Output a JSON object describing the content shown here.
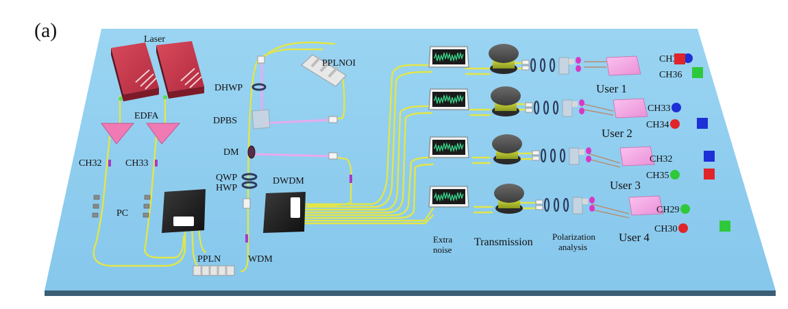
{
  "panel_label": "(a)",
  "colors": {
    "board": "#8ecdf0",
    "board_edge": "#5a8aa8",
    "fiber": "#e6e84a",
    "pump_beam": "#f3a6ee",
    "laser_body": "#c4364a",
    "edfa": "#f07ab4",
    "user_box": "#f4a8e6",
    "qubit_red": "#e0242a",
    "qubit_green": "#2fc83a",
    "qubit_blue": "#1d2fd6",
    "noise_wave": "#3ad88c"
  },
  "labels": {
    "laser": "Laser",
    "edfa": "EDFA",
    "ch32_left": "CH32",
    "ch33_left": "CH33",
    "pc": "PC",
    "ppln": "PPLN",
    "wdm": "WDM",
    "ppln_oi": "PPLNOI",
    "dhwp": "DHWP",
    "dpbs": "DPBS",
    "dm": "DM",
    "qwp": "QWP",
    "hwp": "HWP",
    "dwdm": "DWDM",
    "extra_noise_1": "Extra",
    "extra_noise_2": "noise",
    "transmission": "Transmission",
    "pol_analysis_1": "Polarization",
    "pol_analysis_2": "analysis"
  },
  "users": [
    {
      "name": "User 1",
      "ch_top": "CH31",
      "ch_bottom": "CH36"
    },
    {
      "name": "User 2",
      "ch_top": "CH33",
      "ch_bottom": "CH34"
    },
    {
      "name": "User 3",
      "ch_top": "CH32",
      "ch_bottom": "CH35"
    },
    {
      "name": "User 4",
      "ch_top": "CH29",
      "ch_bottom": "CH30"
    }
  ]
}
